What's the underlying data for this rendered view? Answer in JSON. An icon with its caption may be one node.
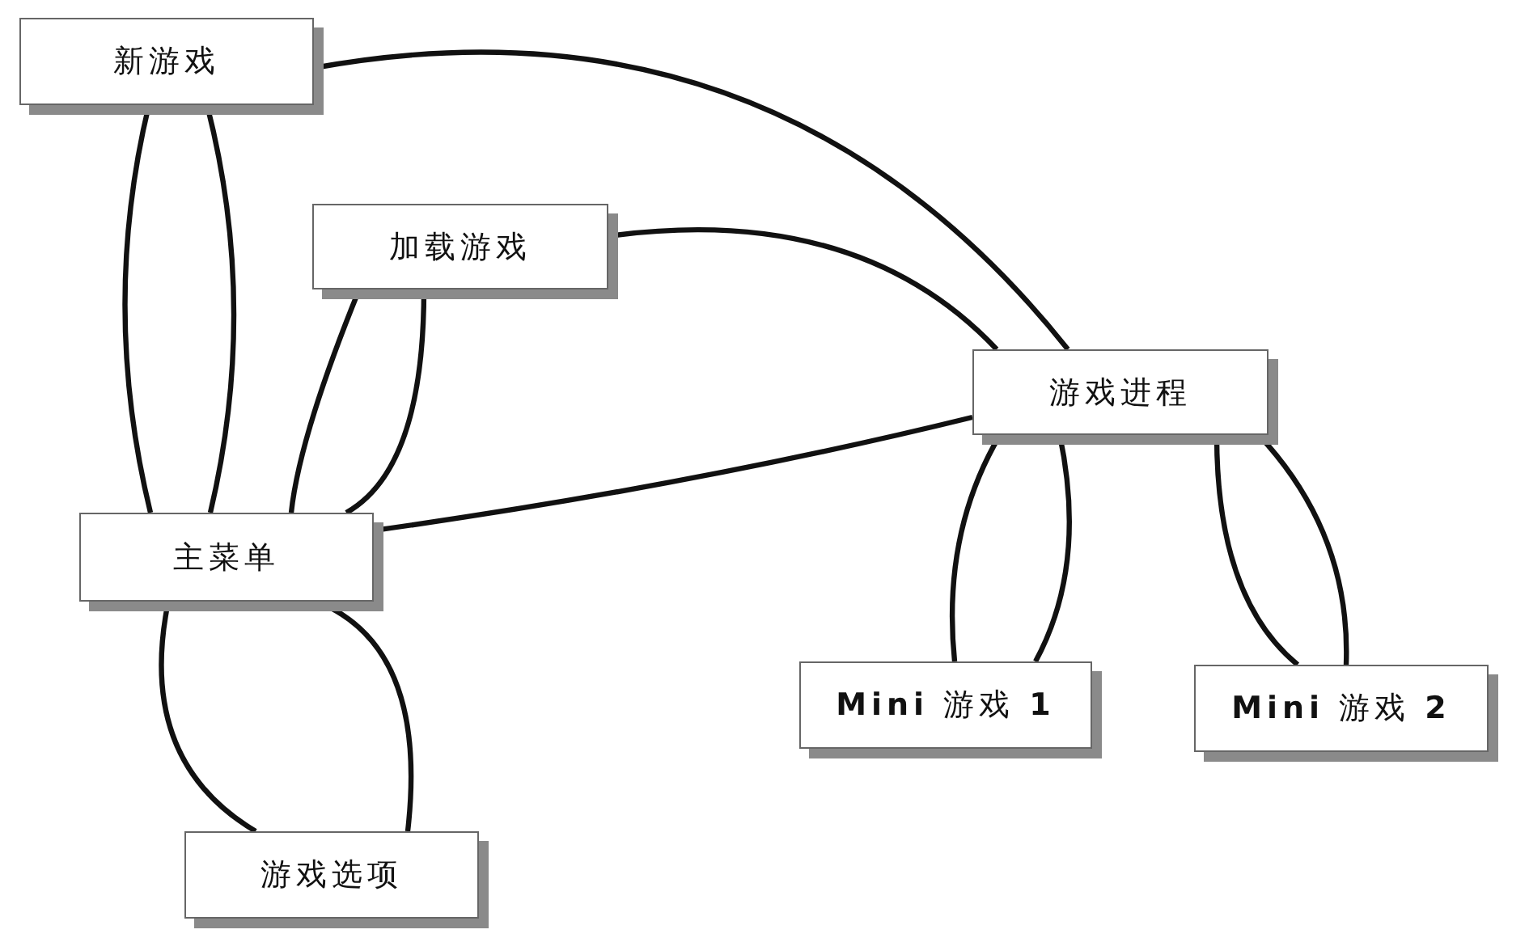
{
  "diagram": {
    "nodes": [
      {
        "text": [
          "新游戏"
        ]
      },
      {
        "text": [
          "加载游戏"
        ]
      },
      {
        "text": [
          "游戏进程"
        ]
      },
      {
        "text": [
          "主菜单"
        ]
      },
      {
        "text": [
          "**Mini** 游戏 **1**"
        ]
      },
      {
        "text": [
          "**Mini** 游戏 **2**"
        ]
      },
      {
        "text": [
          "游戏选项"
        ]
      }
    ],
    "edges": [
      {
        "from": 0,
        "to": 3,
        "arrow": "none"
      },
      {
        "from": 0,
        "to": 3,
        "arrow": "none"
      },
      {
        "from": 1,
        "to": 3,
        "arrow": "none"
      },
      {
        "from": 1,
        "to": 3,
        "arrow": "none"
      },
      {
        "from": 0,
        "to": 2,
        "arrow": "none"
      },
      {
        "from": 1,
        "to": 2,
        "arrow": "none"
      },
      {
        "from": 3,
        "to": 2,
        "arrow": "none"
      },
      {
        "from": 2,
        "to": 4,
        "arrow": "none"
      },
      {
        "from": 2,
        "to": 4,
        "arrow": "none"
      },
      {
        "from": 2,
        "to": 5,
        "arrow": "none"
      },
      {
        "from": 2,
        "to": 5,
        "arrow": "none"
      },
      {
        "from": 3,
        "to": 6,
        "arrow": "none"
      },
      {
        "from": 3,
        "to": 6,
        "arrow": "none"
      }
    ]
  }
}
